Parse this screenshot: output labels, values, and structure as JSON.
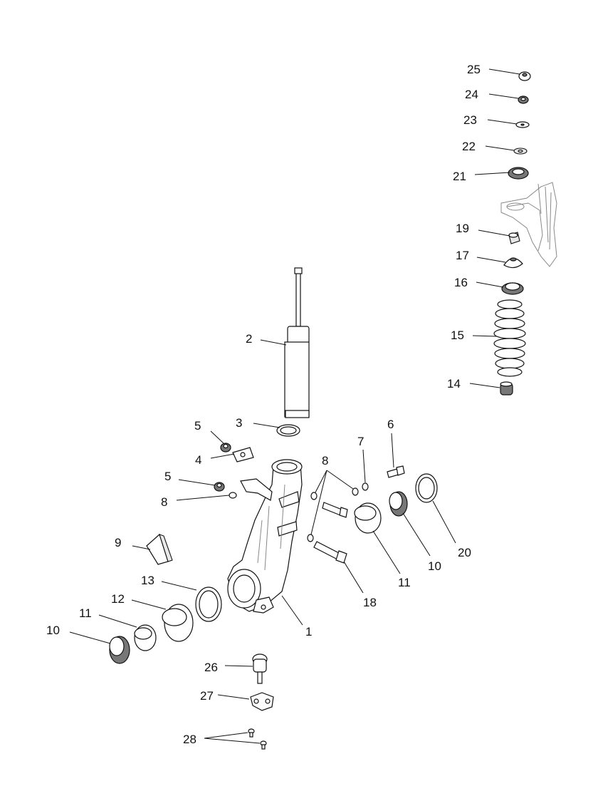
{
  "callouts": {
    "c1": "1",
    "c2": "2",
    "c3": "3",
    "c4": "4",
    "c5a": "5",
    "c5b": "5",
    "c6": "6",
    "c7": "7",
    "c8a": "8",
    "c8b": "8",
    "c9": "9",
    "c10a": "10",
    "c10b": "10",
    "c11a": "11",
    "c11b": "11",
    "c12": "12",
    "c13": "13",
    "c14": "14",
    "c15": "15",
    "c16": "16",
    "c17": "17",
    "c18": "18",
    "c19": "19",
    "c20": "20",
    "c21": "21",
    "c22": "22",
    "c23": "23",
    "c24": "24",
    "c25": "25",
    "c26": "26",
    "c27": "27",
    "c28": "28"
  },
  "colors": {
    "line": "#111111",
    "shade": "#777777",
    "light": "#e8e8e8"
  }
}
